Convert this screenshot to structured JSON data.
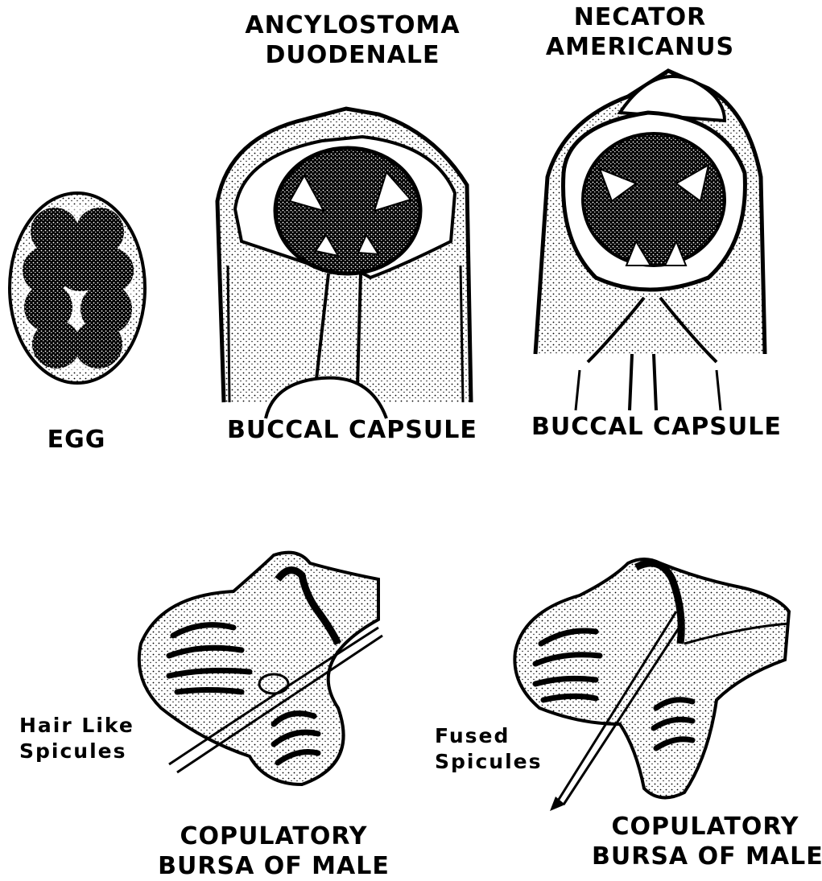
{
  "figure": {
    "ink": "#000000",
    "paper": "#ffffff",
    "panels": [
      {
        "id": "egg",
        "icon": "hookworm-egg-illustration",
        "label": "EGG"
      },
      {
        "id": "ancylostoma-head",
        "icon": "ancylostoma-buccal-capsule-illustration",
        "title_line1": "ANCYLOSTOMA",
        "title_line2": "DUODENALE",
        "label": "BUCCAL CAPSULE"
      },
      {
        "id": "necator-head",
        "icon": "necator-buccal-capsule-illustration",
        "title_line1": "NECATOR",
        "title_line2": "AMERICANUS",
        "label": "BUCCAL CAPSULE"
      },
      {
        "id": "ancylostoma-bursa",
        "icon": "ancylostoma-copulatory-bursa-illustration",
        "spicule_line1": "Hair Like",
        "spicule_line2": "Spicules",
        "label_line1": "COPULATORY",
        "label_line2": "BURSA OF MALE"
      },
      {
        "id": "necator-bursa",
        "icon": "necator-copulatory-bursa-illustration",
        "spicule_line1": "Fused",
        "spicule_line2": "Spicules",
        "label_line1": "COPULATORY",
        "label_line2": "BURSA OF MALE"
      }
    ]
  }
}
